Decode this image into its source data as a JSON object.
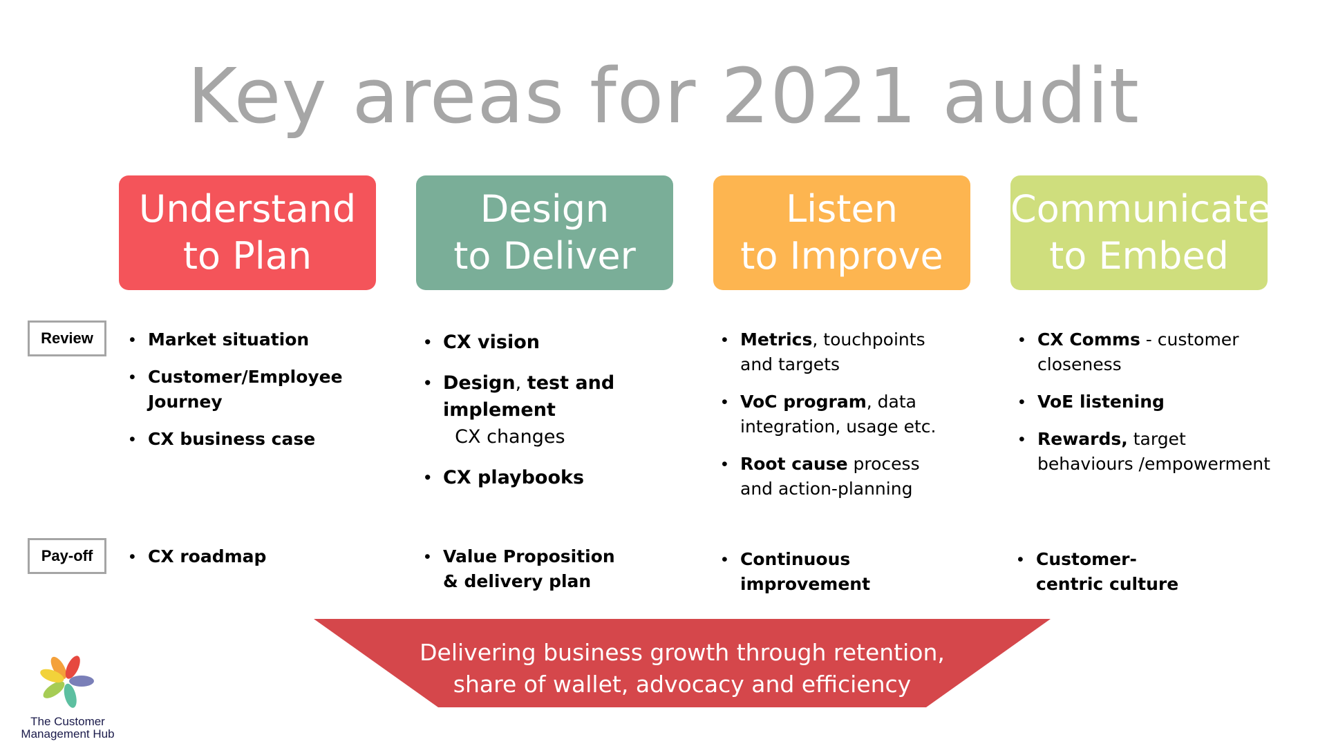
{
  "title": "Key areas for 2021 audit",
  "columns": [
    {
      "line1": "Understand",
      "line2": "to Plan",
      "color": "#f4545a"
    },
    {
      "line1": "Design",
      "line2": "to Deliver",
      "color": "#7aae98"
    },
    {
      "line1": "Listen",
      "line2": "to Improve",
      "color": "#fdb550"
    },
    {
      "line1": "Communicate",
      "line2": "to Embed",
      "color": "#cfde7d"
    }
  ],
  "row_labels": {
    "review": "Review",
    "payoff": "Pay-off"
  },
  "review": {
    "col1": {
      "item1_bold": "Market situation",
      "item2_bold": "Customer/Employee Journey",
      "item3_bold": "CX business case"
    },
    "col2": {
      "item1_bold": "CX vision",
      "item2_bold_a": "Design",
      "item2_sep": ", ",
      "item2_bold_b": "test and implement",
      "item2_rest": "  CX changes",
      "item3_bold": "CX playbooks"
    },
    "col3": {
      "item1_bold": "Metrics",
      "item1_rest": ", touchpoints and targets",
      "item2_bold": "VoC program",
      "item2_rest": ", data integration, usage etc.",
      "item3_bold": "Root cause",
      "item3_rest": " process and action-planning"
    },
    "col4": {
      "item1_bold": "CX Comms",
      "item1_rest": " - customer closeness",
      "item2_bold": "VoE listening",
      "item3_bold": "Rewards,",
      "item3_rest": " target behaviours /empowerment"
    }
  },
  "payoff": {
    "col1": "CX roadmap",
    "col2": "Value Proposition & delivery plan",
    "col3": "Continuous improvement",
    "col4": "Customer-centric culture"
  },
  "banner": {
    "line1": "Delivering business growth through retention,",
    "line2": "share of wallet, advocacy and efficiency",
    "color": "#d5474b"
  },
  "logo": {
    "line1": "The Customer",
    "line2": "Management Hub",
    "icon": "hands-icon"
  }
}
